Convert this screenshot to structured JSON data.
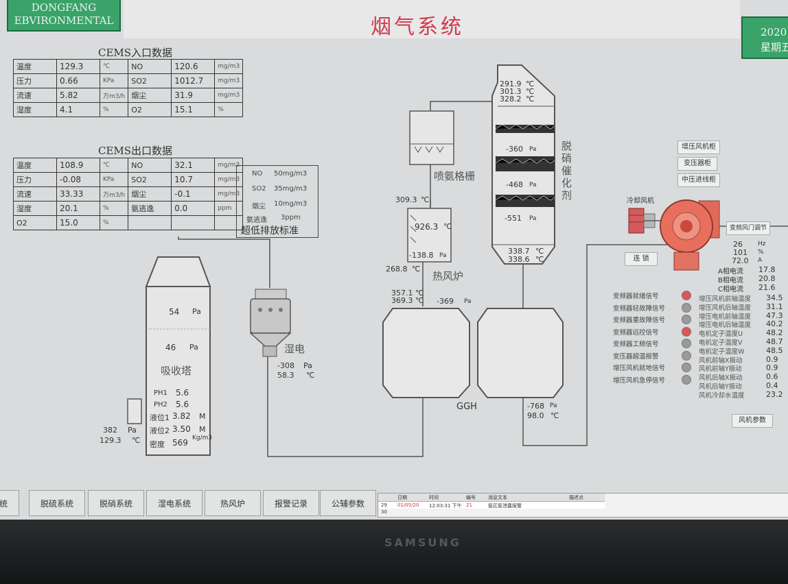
{
  "header": {
    "logo_line1": "DONGFANG",
    "logo_line2": "EBVIRONMENTAL",
    "title": "烟气系统",
    "date_year": "2020",
    "date_weekday": "星期五"
  },
  "cems_in": {
    "title": "CEMS入口数据",
    "rows": [
      {
        "l1": "温度",
        "v1": "129.3",
        "u1": "℃",
        "l2": "NO",
        "v2": "120.6",
        "u2": "mg/m3"
      },
      {
        "l1": "压力",
        "v1": "0.66",
        "u1": "KPa",
        "l2": "SO2",
        "v2": "1012.7",
        "u2": "mg/m3"
      },
      {
        "l1": "流速",
        "v1": "5.82",
        "u1": "万m3/h",
        "l2": "烟尘",
        "v2": "31.9",
        "u2": "mg/m3"
      },
      {
        "l1": "湿度",
        "v1": "4.1",
        "u1": "%",
        "l2": "O2",
        "v2": "15.1",
        "u2": "%"
      }
    ]
  },
  "cems_out": {
    "title": "CEMS出口数据",
    "rows": [
      {
        "l1": "温度",
        "v1": "108.9",
        "u1": "℃",
        "l2": "NO",
        "v2": "32.1",
        "u2": "mg/m3"
      },
      {
        "l1": "压力",
        "v1": "-0.08",
        "u1": "KPa",
        "l2": "SO2",
        "v2": "10.7",
        "u2": "mg/m3"
      },
      {
        "l1": "流速",
        "v1": "33.33",
        "u1": "万m3/h",
        "l2": "烟尘",
        "v2": "-0.1",
        "u2": "mg/m3"
      },
      {
        "l1": "湿度",
        "v1": "20.1",
        "u1": "%",
        "l2": "氨逃逸",
        "v2": "0.0",
        "u2": "ppm"
      },
      {
        "l1": "O2",
        "v1": "15.0",
        "u1": "%",
        "l2": "",
        "v2": "",
        "u2": ""
      }
    ]
  },
  "standard": {
    "rows": [
      {
        "k": "NO",
        "v": "50mg/m3"
      },
      {
        "k": "SO2",
        "v": "35mg/m3"
      },
      {
        "k": "烟尘",
        "v": "10mg/m3"
      },
      {
        "k": "氨逃逸",
        "v": "3ppm"
      }
    ],
    "caption": "超低排放标准"
  },
  "absorber": {
    "label": "吸收塔",
    "p1": "54",
    "p1_unit": "Pa",
    "p2": "46",
    "p2_unit": "Pa",
    "ph1_label": "PH1",
    "ph1": "5.6",
    "ph2_label": "PH2",
    "ph2": "5.6",
    "lvl1_label": "液位1",
    "lvl1": "3.82",
    "lvl1_unit": "M",
    "lvl2_label": "液位2",
    "lvl2": "3.50",
    "lvl2_unit": "M",
    "dens_label": "密度",
    "dens": "569",
    "dens_unit": "Kg/m3",
    "inlet_p": "382",
    "inlet_p_unit": "Pa",
    "inlet_t": "129.3",
    "inlet_t_unit": "℃"
  },
  "wesp": {
    "label": "湿电",
    "p": "-308",
    "p_unit": "Pa",
    "t": "58.3",
    "t_unit": "℃"
  },
  "ammonia": {
    "label": "喷氨格栅",
    "t": "309.3",
    "t_unit": "℃"
  },
  "furnace": {
    "label": "热风炉",
    "t_in": "926.3",
    "t_in_unit": "℃",
    "p": "-138.8",
    "p_unit": "Pa",
    "t_out": "268.8",
    "t_out_unit": "℃"
  },
  "scr": {
    "label": "脱硝催化剂",
    "t1": "291.9",
    "t2": "301.3",
    "t3": "328.2",
    "t_unit": "℃",
    "p1": "-360",
    "p2": "-468",
    "p3": "-551",
    "p_unit": "Pa",
    "t_out1": "338.7",
    "t_out2": "338.6"
  },
  "ggh": {
    "label": "GGH",
    "t1": "357.1",
    "t2": "369.3",
    "t_unit": "℃",
    "p": "-369",
    "p_unit": "Pa",
    "p_out": "-768",
    "p_out_unit": "Pa",
    "t_out": "98.0",
    "t_out_unit": "℃"
  },
  "fan": {
    "cooling_label": "冷却风机",
    "btn_cabinet": "增压风机柜",
    "btn_transformer": "变压器柜",
    "btn_mv": "中压进线柜",
    "btn_vfd": "变频风门调节",
    "btn_interlock": "连 锁",
    "freq": "26",
    "freq_unit": "Hz",
    "pct": "101",
    "pct_unit": "%",
    "amp": "72.0",
    "amp_unit": "A",
    "ia_label": "A相电流",
    "ia": "17.8",
    "ib_label": "B相电流",
    "ib": "20.8",
    "ic_label": "C相电流",
    "ic": "21.6",
    "params_btn": "风机参数"
  },
  "signals": [
    {
      "label": "变频器就绪信号",
      "color": "#e05555"
    },
    {
      "label": "变频器轻故障信号",
      "color": "#9a9a9a"
    },
    {
      "label": "变频器重故障信号",
      "color": "#9a9a9a"
    },
    {
      "label": "变频器远控信号",
      "color": "#e05555"
    },
    {
      "label": "变频器工频信号",
      "color": "#9a9a9a"
    },
    {
      "label": "变压器超温报警",
      "color": "#9a9a9a"
    },
    {
      "label": "增压风机就地信号",
      "color": "#9a9a9a"
    },
    {
      "label": "增压风机急停信号",
      "color": "#9a9a9a"
    }
  ],
  "temps": [
    {
      "label": "增压风机前轴温度",
      "value": "34.5"
    },
    {
      "label": "增压风机后轴温度",
      "value": "31.1"
    },
    {
      "label": "增压电机前轴温度",
      "value": "47.3"
    },
    {
      "label": "增压电机后轴温度",
      "value": "40.2"
    },
    {
      "label": "电机定子温度U",
      "value": "48.2"
    },
    {
      "label": "电机定子温度V",
      "value": "48.7"
    },
    {
      "label": "电机定子温度W",
      "value": "48.5"
    },
    {
      "label": "风机前轴X振动",
      "value": "0.9"
    },
    {
      "label": "风机前轴Y振动",
      "value": "0.9"
    },
    {
      "label": "风机后轴X振动",
      "value": "0.6"
    },
    {
      "label": "风机后轴Y振动",
      "value": "0.4"
    },
    {
      "label": "风机冷却水温度",
      "value": "23.2"
    }
  ],
  "tabs": [
    "系统",
    "脱硫系统",
    "脱硝系统",
    "湿电系统",
    "热风炉",
    "报警记录",
    "公辅参数"
  ],
  "alarm": {
    "h_date": "日期",
    "h_time": "时间",
    "h_num": "编号",
    "h_msg": "消息文本",
    "h_state": "描述点",
    "row_idx": "29",
    "row_date": "01/05/20",
    "row_time": "12:03:31 下午",
    "row_num": "21",
    "row_msg": "氨区氨泄露报警",
    "row2_idx": "30"
  },
  "monitor_brand": "SAMSUNG"
}
